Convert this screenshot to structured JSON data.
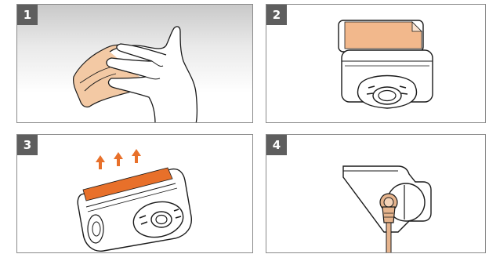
{
  "steps": [
    {
      "number": "1",
      "illustration": "hand-wiping-cloth-icon"
    },
    {
      "number": "2",
      "illustration": "camera-with-adhesive-pad-icon"
    },
    {
      "number": "3",
      "illustration": "peel-adhesive-film-icon"
    },
    {
      "number": "4",
      "illustration": "camera-mounted-with-cable-icon"
    }
  ],
  "colors": {
    "badge": "#5e5e5e",
    "adhesive": "#f0b487",
    "arrow": "#e8702a",
    "line": "#1a1a1a",
    "cable": "#e6b48d"
  }
}
